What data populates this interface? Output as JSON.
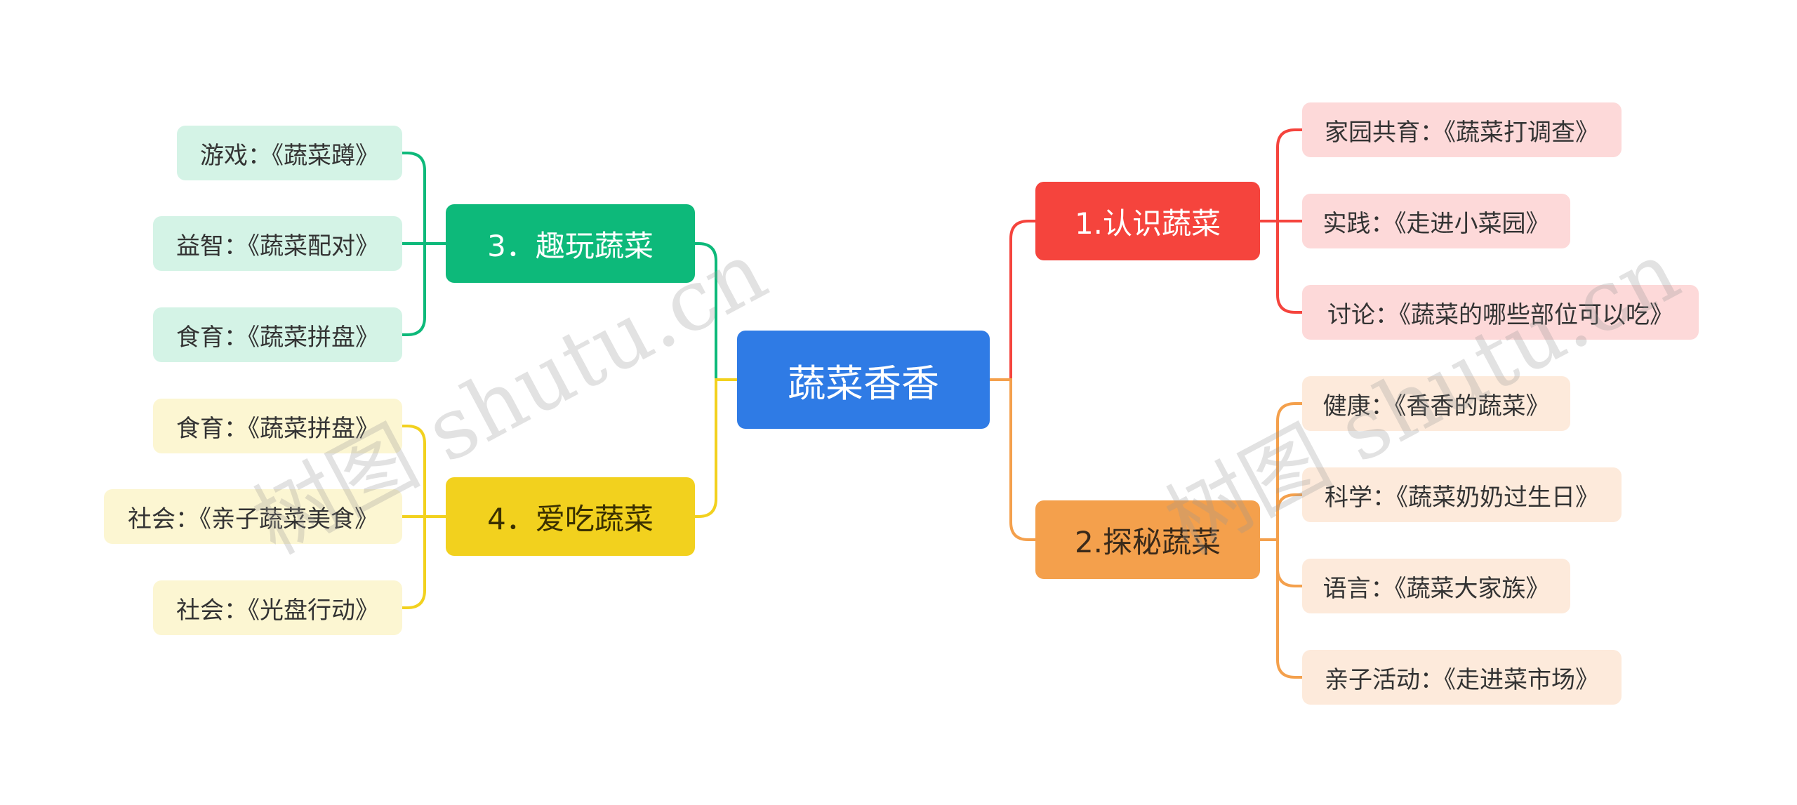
{
  "root": {
    "label": "蔬菜香香",
    "color": "#2f7be5"
  },
  "branches": {
    "b1": {
      "label": "1.认识蔬菜",
      "color": "#f5443d",
      "leaves": [
        "家园共育：《蔬菜打调查》",
        "实践：《走进小菜园》",
        "讨论：《蔬菜的哪些部位可以吃》"
      ]
    },
    "b2": {
      "label": "2.探秘蔬菜",
      "color": "#f4a04c",
      "leaves": [
        "健康：《香香的蔬菜》",
        "科学：《蔬菜奶奶过生日》",
        "语言：《蔬菜大家族》",
        "亲子活动：《走进菜市场》"
      ]
    },
    "b3": {
      "label": "3．趣玩蔬菜",
      "color": "#0db97a",
      "leaves": [
        "游戏：《蔬菜蹲》",
        "益智：《蔬菜配对》",
        "食育：《蔬菜拼盘》"
      ]
    },
    "b4": {
      "label": "4．爱吃蔬菜",
      "color": "#f2d11e",
      "leaves": [
        "食育：《蔬菜拼盘》",
        "社会：《亲子蔬菜美食》",
        "社会：《光盘行动》"
      ]
    }
  },
  "watermark": "树图 shutu.cn"
}
